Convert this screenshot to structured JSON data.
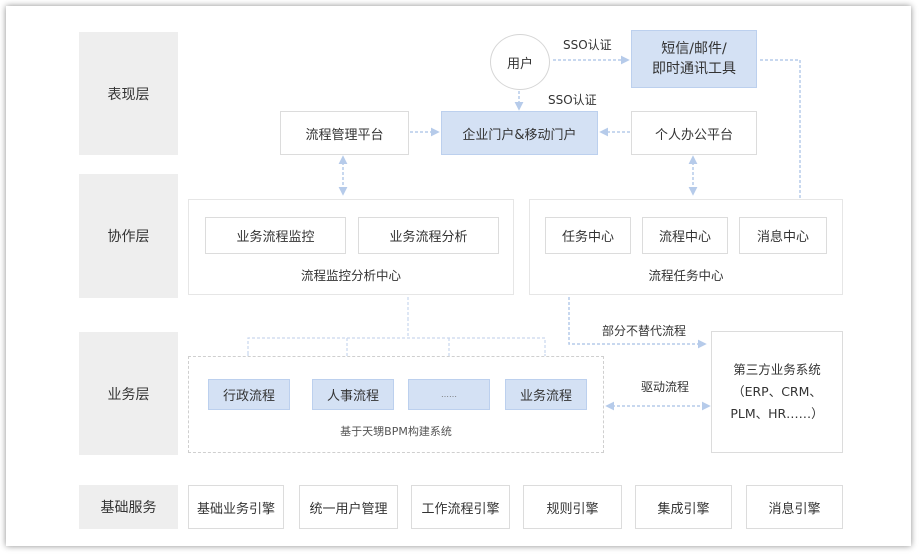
{
  "layers": {
    "presentation": "表现层",
    "collaboration": "协作层",
    "business": "业务层",
    "foundation": "基础服务"
  },
  "presentation": {
    "user": "用户",
    "sso_top": "SSO认证",
    "sso_mid": "SSO认证",
    "sms_line1": "短信/邮件/",
    "sms_line2": "即时通讯工具",
    "process_platform": "流程管理平台",
    "portal": "企业门户&移动门户",
    "personal_office": "个人办公平台"
  },
  "collaboration": {
    "left_boxes": [
      "业务流程监控",
      "业务流程分析"
    ],
    "left_caption": "流程监控分析中心",
    "right_boxes": [
      "任务中心",
      "流程中心",
      "消息中心"
    ],
    "right_caption": "流程任务中心"
  },
  "business": {
    "partial_replace": "部分不替代流程",
    "processes": [
      "行政流程",
      "人事流程",
      "……",
      "业务流程"
    ],
    "bpm_caption": "基于天甥BPM构建系统",
    "drive_process": "驱动流程",
    "third_party_line1": "第三方业务系统",
    "third_party_line2": "（ERP、CRM、",
    "third_party_line3": "PLM、HR……）"
  },
  "foundation": {
    "items": [
      "基础业务引擎",
      "统一用户管理",
      "工作流程引擎",
      "规则引擎",
      "集成引擎",
      "消息引擎"
    ]
  }
}
